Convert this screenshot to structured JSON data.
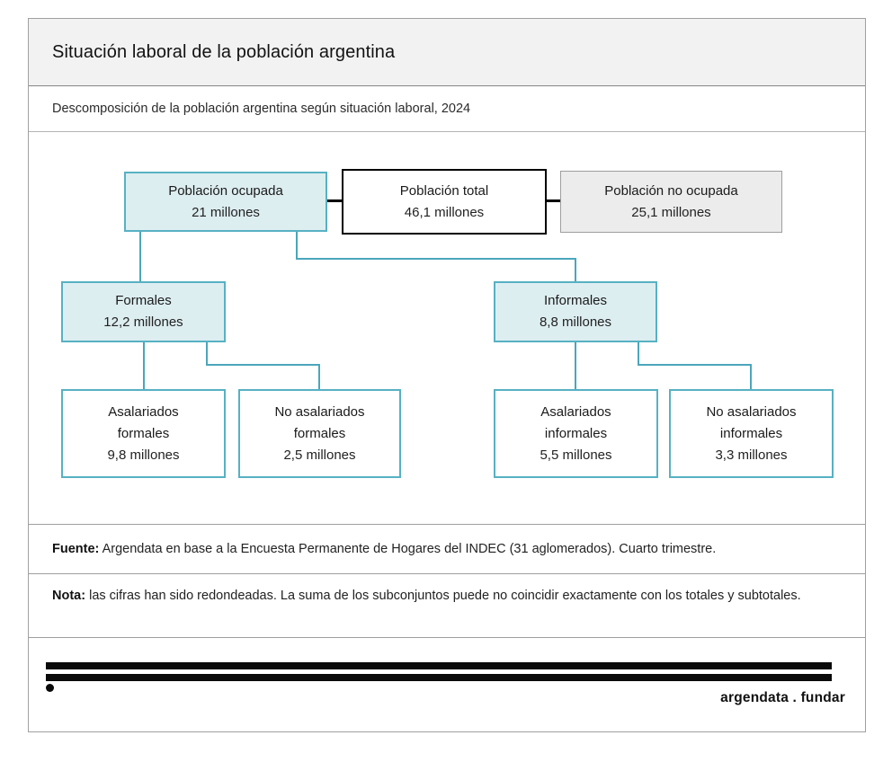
{
  "header": {
    "title": "Situación laboral de la población argentina",
    "subtitle": "Descomposición de la población argentina según situación laboral, 2024"
  },
  "nodes": {
    "ocupada": {
      "label": "Población ocupada",
      "value": "21 millones"
    },
    "total": {
      "label": "Población total",
      "value": "46,1 millones"
    },
    "no_ocupada": {
      "label": "Población no ocupada",
      "value": "25,1 millones"
    },
    "formales": {
      "label": "Formales",
      "value": "12,2 millones"
    },
    "informales": {
      "label": "Informales",
      "value": "8,8 millones"
    },
    "asal_formales": {
      "label": "Asalariados\nformales",
      "value": "9,8 millones"
    },
    "no_asal_formales": {
      "label": "No asalariados\nformales",
      "value": "2,5 millones"
    },
    "asal_informales": {
      "label": "Asalariados\ninformales",
      "value": "5,5 millones"
    },
    "no_asal_informales": {
      "label": "No asalariados\ninformales",
      "value": "3,3 millones"
    }
  },
  "tree": {
    "root": {
      "name": "Población total",
      "millones": 46.1
    },
    "children_of_root": [
      {
        "name": "Población ocupada",
        "millones": 21
      },
      {
        "name": "Población no ocupada",
        "millones": 25.1
      }
    ],
    "children_of_ocupada": [
      {
        "name": "Formales",
        "millones": 12.2
      },
      {
        "name": "Informales",
        "millones": 8.8
      }
    ],
    "children_of_formales": [
      {
        "name": "Asalariados formales",
        "millones": 9.8
      },
      {
        "name": "No asalariados formales",
        "millones": 2.5
      }
    ],
    "children_of_informales": [
      {
        "name": "Asalariados informales",
        "millones": 5.5
      },
      {
        "name": "No asalariados informales",
        "millones": 3.3
      }
    ]
  },
  "footer": {
    "fuente_label": "Fuente:",
    "fuente_text": " Argendata en base a la Encuesta Permanente de Hogares del INDEC (31 aglomerados). Cuarto trimestre.",
    "nota_label": "Nota:",
    "nota_text": " las cifras han sido redondeadas. La suma de los subconjuntos puede no coincidir exactamente con los totales y subtotales.",
    "brand": "argendata . fundar"
  },
  "colors": {
    "teal_border": "#57b1c3",
    "teal_fill": "#ddeef1",
    "connector_teal": "#4aa6bb",
    "black": "#000000",
    "gray_fill": "#ececec",
    "gray_border": "#9e9e9e",
    "header_band": "#f2f2f2"
  }
}
